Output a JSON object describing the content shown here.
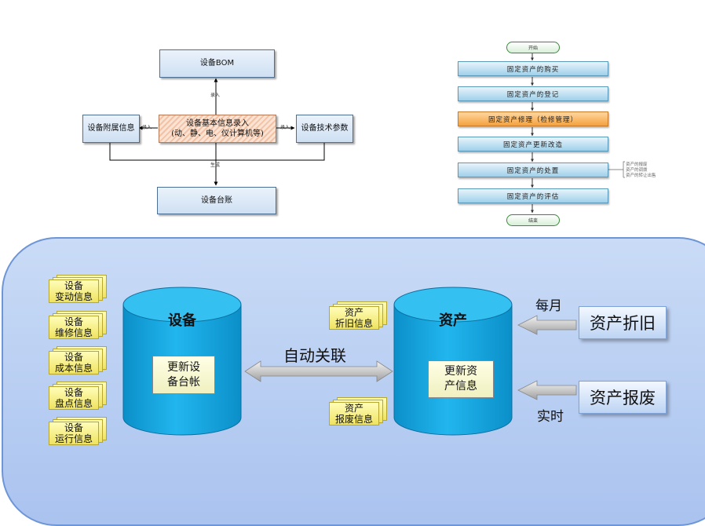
{
  "top_left": {
    "bom": "设备BOM",
    "attach_info": "设备附属信息",
    "basic_info": [
      "设备基本信息录入",
      "(动、静、电、仪计算机等)"
    ],
    "tech_params": "设备技术参数",
    "ledger": "设备台账",
    "label_entry_up": "录入",
    "label_entry_left": "录入",
    "label_entry_right": "录入",
    "label_generate": "生成"
  },
  "flow": {
    "start": "开始",
    "steps": [
      "固定资产的购买",
      "固定资产的登记",
      "固定资产修理（检修管理）",
      "固定资产更新改造",
      "固定资产的处置",
      "固定资产的评估"
    ],
    "end": "结束",
    "side_notes": [
      "资产的报废",
      "资产的调拨",
      "资产的转让出售"
    ]
  },
  "main": {
    "left_stacks": [
      [
        "设备",
        "变动信息"
      ],
      [
        "设备",
        "维修信息"
      ],
      [
        "设备",
        "成本信息"
      ],
      [
        "设备",
        "盘点信息"
      ],
      [
        "设备",
        "运行信息"
      ]
    ],
    "equipment_title": "设备",
    "equipment_inner": [
      "更新设",
      "备台帐"
    ],
    "link_label": "自动关联",
    "asset_stacks": [
      [
        "资产",
        "折旧信息"
      ],
      [
        "资产",
        "报废信息"
      ]
    ],
    "asset_title": "资产",
    "asset_inner": [
      "更新资",
      "产信息"
    ],
    "monthly": "每月",
    "realtime": "实时",
    "depreciation": "资产折旧",
    "scrap": "资产报废"
  },
  "colors": {
    "panel": "#aac3ef",
    "cylinder": "#1aaee8",
    "flow_box": "#9fd0ea",
    "flow_highlight": "#f4a13e",
    "note_card": "#efe360"
  }
}
